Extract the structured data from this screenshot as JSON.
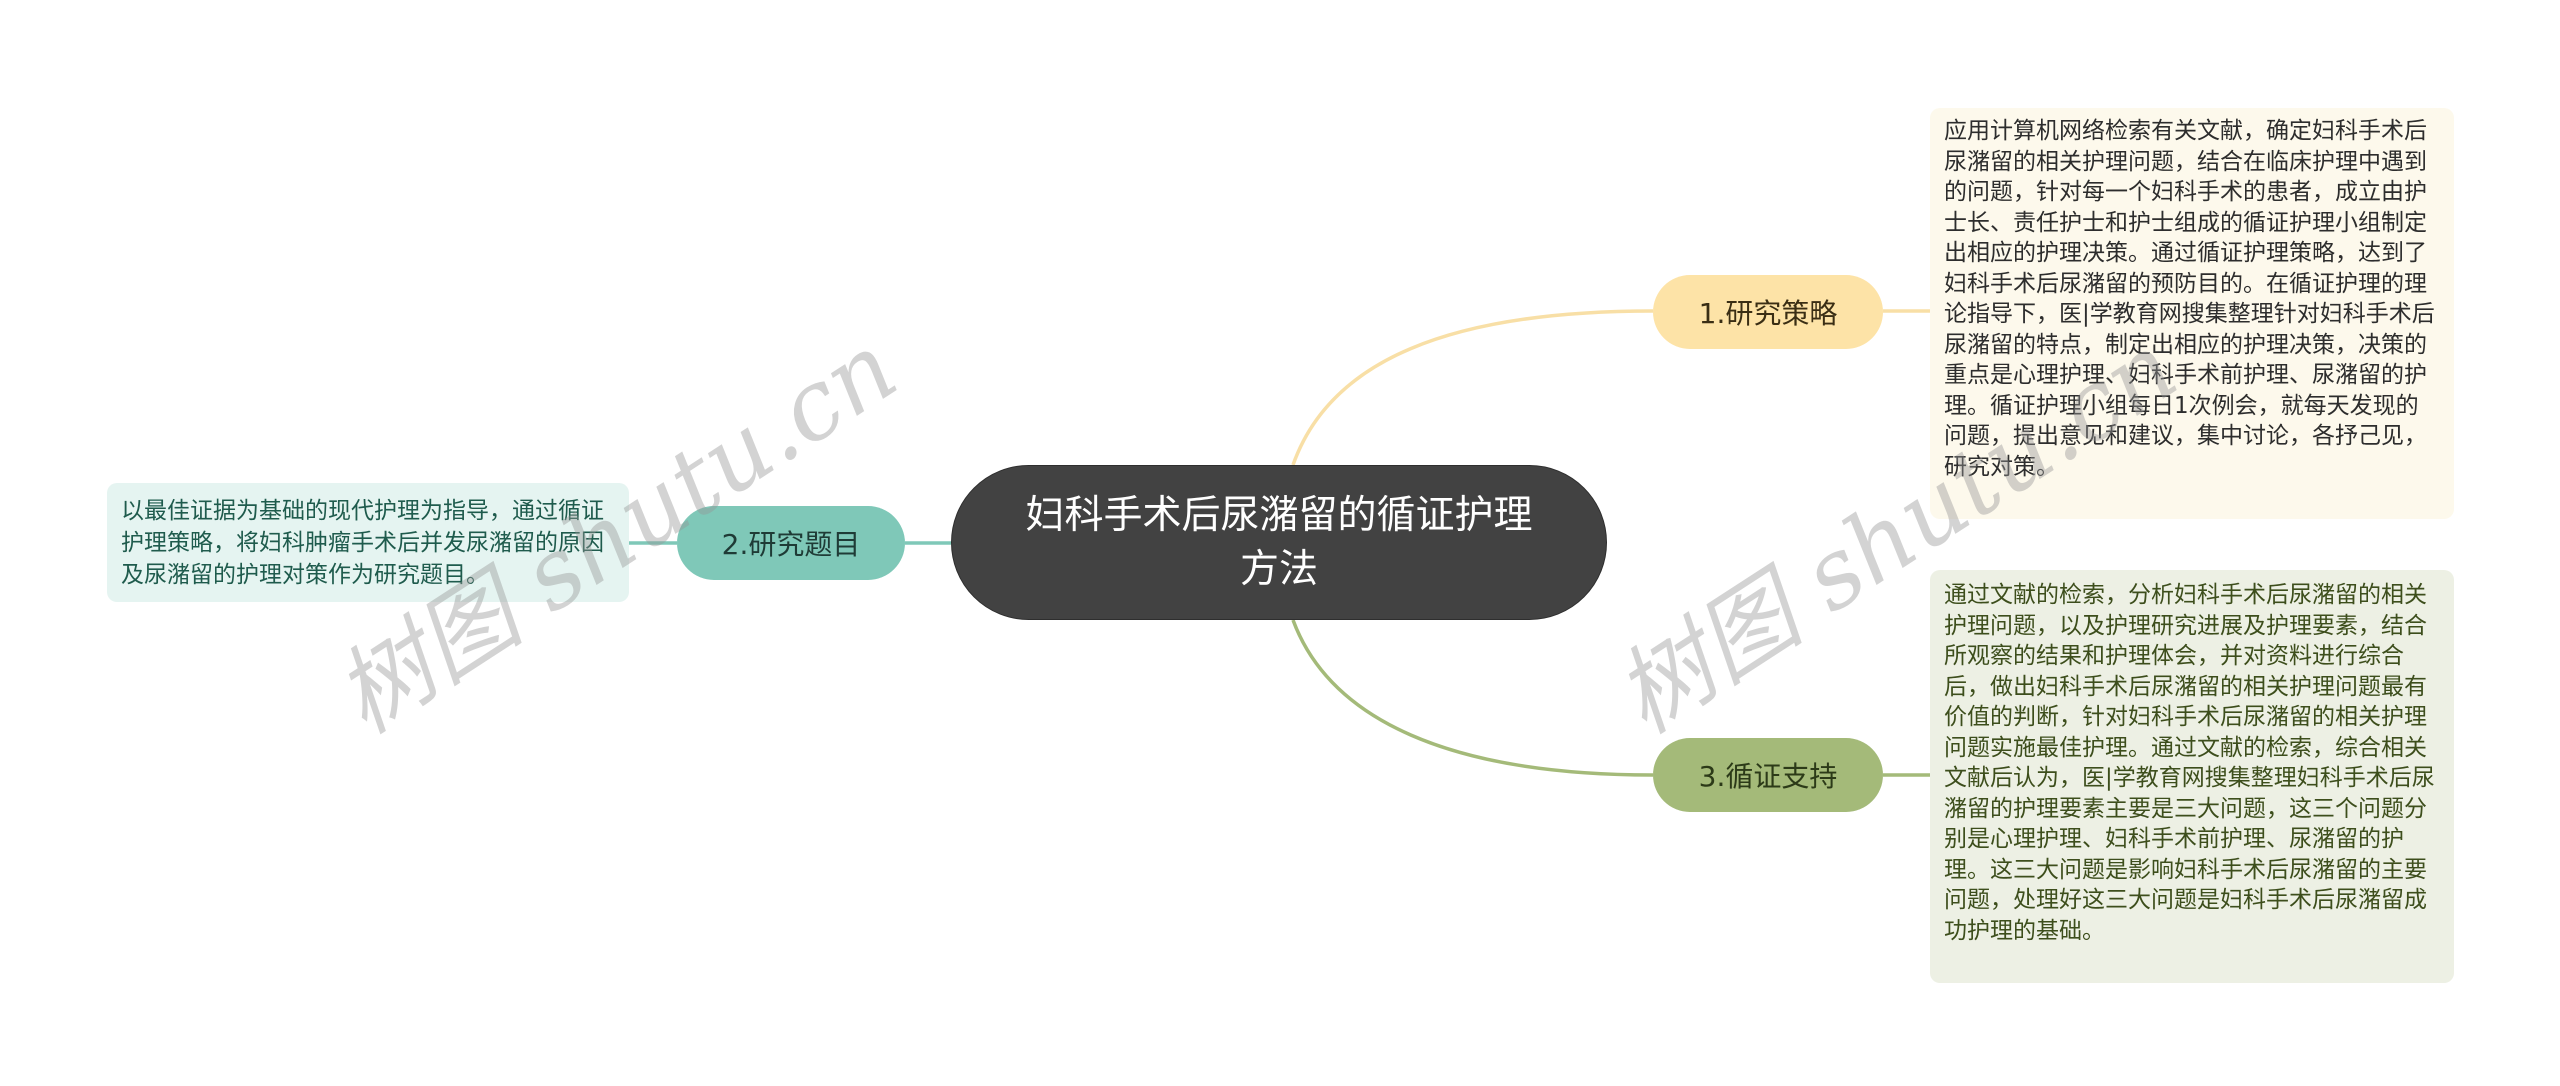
{
  "mindmap": {
    "root": {
      "label": "妇科手术后尿潴留的循证护理方法"
    },
    "branches": [
      {
        "label": "1.研究策略",
        "color": "#fde3a7",
        "detail": "应用计算机网络检索有关文献，确定妇科手术后尿潴留的相关护理问题，结合在临床护理中遇到的问题，针对每一个妇科手术的患者，成立由护士长、责任护士和护士组成的循证护理小组制定出相应的护理决策。通过循证护理策略，达到了妇科手术后尿潴留的预防目的。在循证护理的理论指导下，医|学教育网搜集整理针对妇科手术后尿潴留的特点，制定出相应的护理决策，决策的重点是心理护理、妇科手术前护理、尿潴留的护理。循证护理小组每日1次例会，就每天发现的问题，提出意见和建议，集中讨论，各抒己见，研究对策。"
      },
      {
        "label": "2.研究题目",
        "color": "#7fc8b8",
        "detail": "以最佳证据为基础的现代护理为指导，通过循证护理策略，将妇科肿瘤手术后并发尿潴留的原因及尿潴留的护理对策作为研究题目。"
      },
      {
        "label": "3.循证支持",
        "color": "#a4ba79",
        "detail": "通过文献的检索，分析妇科手术后尿潴留的相关护理问题，以及护理研究进展及护理要素，结合所观察的结果和护理体会，并对资料进行综合后，做出妇科手术后尿潴留的相关护理问题最有价值的判断，针对妇科手术后尿潴留的相关护理问题实施最佳护理。通过文献的检索，综合相关文献后认为，医|学教育网搜集整理妇科手术后尿潴留的护理要素主要是三大问题，这三个问题分别是心理护理、妇科手术前护理、尿潴留的护理。这三大问题是影响妇科手术后尿潴留的主要问题，处理好这三大问题是妇科手术后尿潴留成功护理的基础。"
      }
    ]
  },
  "colors": {
    "root_bg": "#424242",
    "branch1": "#fde3a7",
    "branch2": "#7fc8b8",
    "branch3": "#a4ba79",
    "leaf1_bg": "#fdf9ec",
    "leaf2_bg": "#e5f4f1",
    "leaf3_bg": "#edf0e4"
  },
  "watermark": {
    "text": "树图 shutu.cn"
  }
}
